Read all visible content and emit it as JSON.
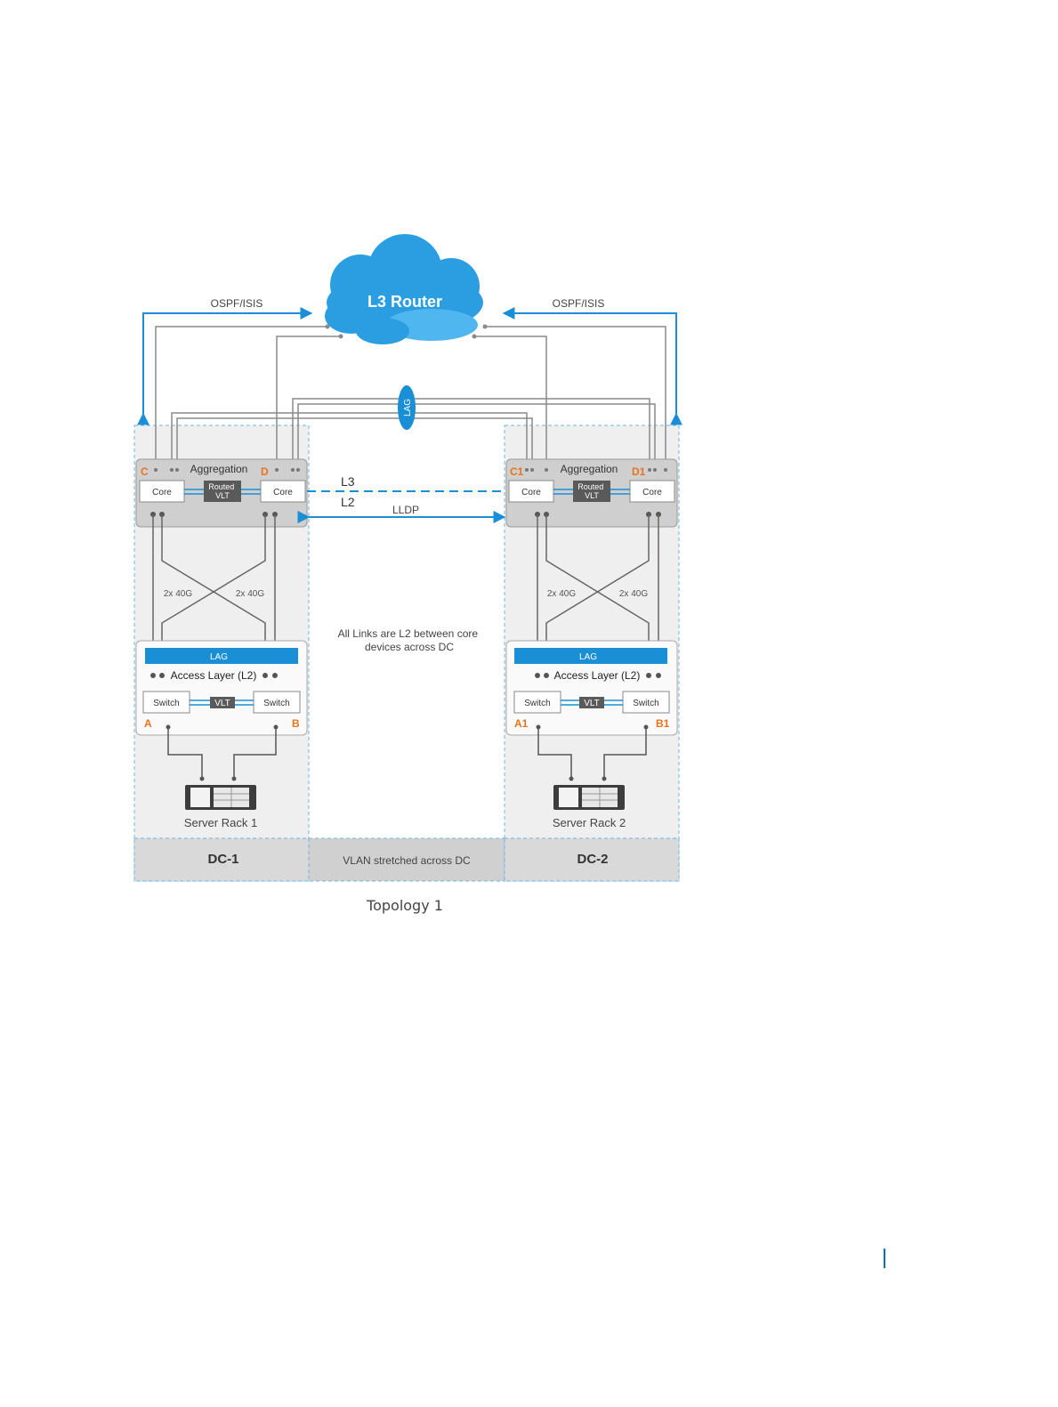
{
  "router": {
    "label": "L3 Router"
  },
  "protocols": {
    "left": "OSPF/ISIS",
    "right": "OSPF/ISIS"
  },
  "lag_top": "LAG",
  "links": {
    "l3": "L3",
    "l2": "L2",
    "lldp": "LLDP"
  },
  "note": "All Links are L2 between core devices across DC",
  "dc1": {
    "aggregation": "Aggregation",
    "core_left": "Core",
    "core_right": "Core",
    "routed_vlt": "Routed VLT",
    "tag_core_left": "C",
    "tag_core_right": "D",
    "uplink_left": "2x 40G",
    "uplink_right": "2x 40G",
    "lag": "LAG",
    "access": "Access Layer (L2)",
    "switch_left": "Switch",
    "switch_right": "Switch",
    "vlt": "VLT",
    "tag_switch_left": "A",
    "tag_switch_right": "B",
    "rack": "Server Rack 1",
    "name": "DC-1"
  },
  "dc2": {
    "aggregation": "Aggregation",
    "core_left": "Core",
    "core_right": "Core",
    "routed_vlt": "Routed VLT",
    "tag_core_left": "C1",
    "tag_core_right": "D1",
    "uplink_left": "2x 40G",
    "uplink_right": "2x 40G",
    "lag": "LAG",
    "access": "Access Layer (L2)",
    "switch_left": "Switch",
    "switch_right": "Switch",
    "vlt": "VLT",
    "tag_switch_left": "A1",
    "tag_switch_right": "B1",
    "rack": "Server Rack 2",
    "name": "DC-2"
  },
  "vlan_band": "VLAN stretched across DC",
  "caption": "Topology 1",
  "colors": {
    "accent_blue": "#1a8fd6",
    "cloud_blue": "#2a9ee0",
    "orange_tag": "#e8731c",
    "panel_gray": "#ececec",
    "line_gray": "#7a7a7a",
    "dark_badge": "#5a5a5a"
  }
}
